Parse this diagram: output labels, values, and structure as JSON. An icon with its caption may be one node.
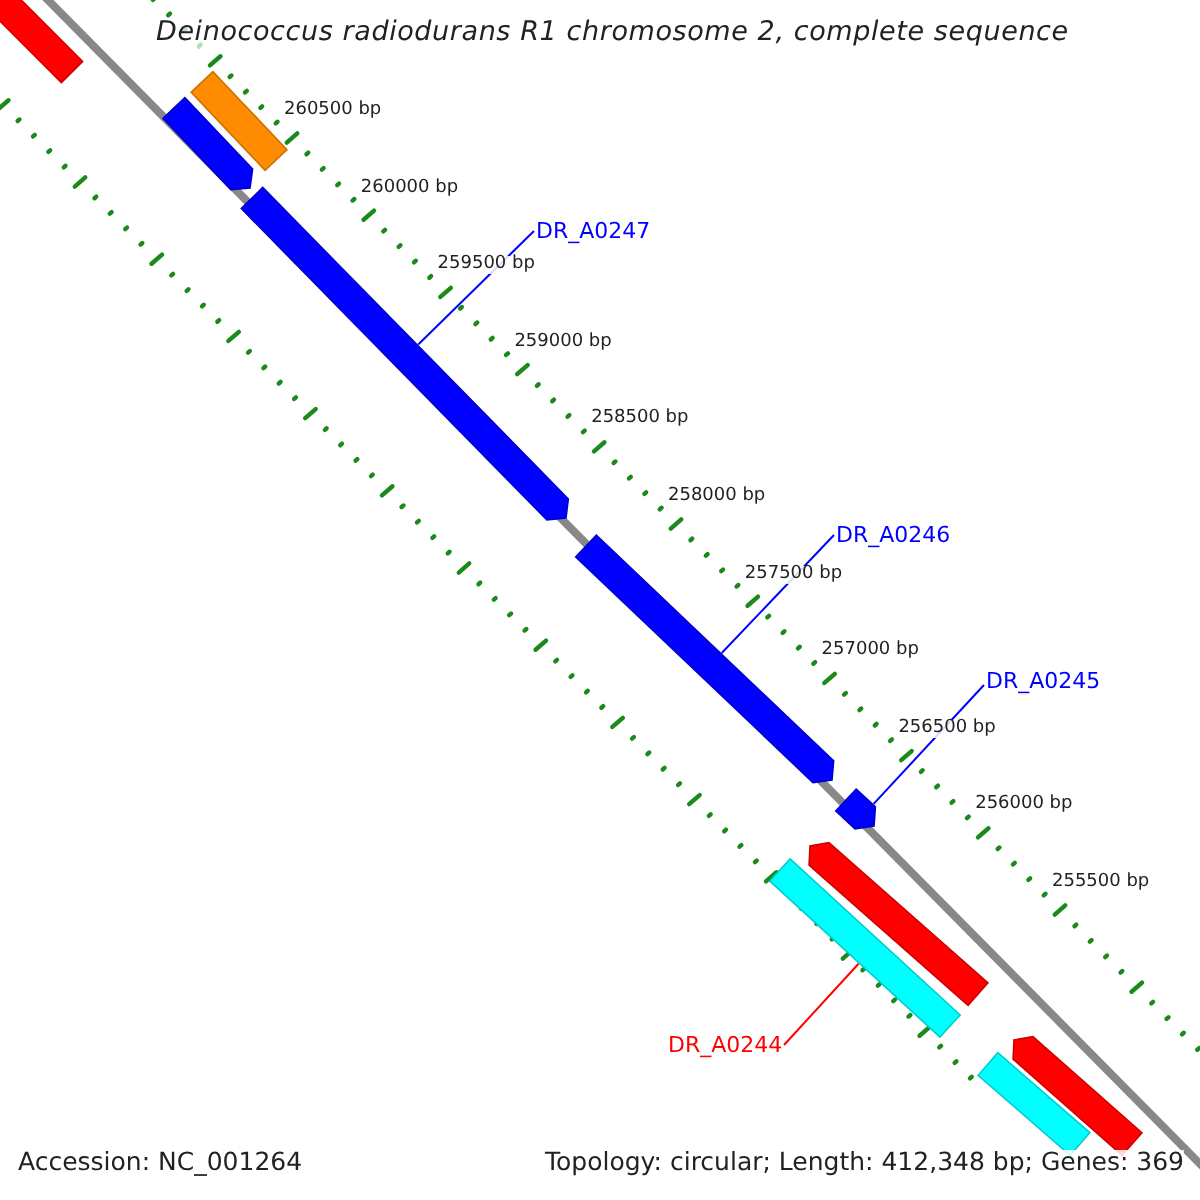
{
  "diagram": {
    "title": "Deinococcus radiodurans R1 chromosome 2, complete sequence",
    "nodes": [
      {
        "text": [
          "DR_A0247"
        ]
      },
      {
        "text": [
          "DR_A0246"
        ]
      },
      {
        "text": [
          "DR_A0245"
        ]
      },
      {
        "text": [
          "DR_A0244"
        ]
      },
      {
        "text": [],
        "shape": "arrow"
      },
      {
        "text": [],
        "shape": "bar"
      },
      {
        "text": [],
        "shape": "arrow"
      },
      {
        "text": [],
        "shape": "arrow"
      },
      {
        "text": [],
        "shape": "arrow"
      },
      {
        "text": [],
        "shape": "arrow"
      },
      {
        "text": [],
        "shape": "arrow"
      },
      {
        "text": [],
        "shape": "bar"
      },
      {
        "text": [],
        "shape": "arrow"
      },
      {
        "text": [],
        "shape": "bar"
      }
    ],
    "edges": [
      {
        "from": 0,
        "to": 7,
        "arrow": "none"
      },
      {
        "from": 1,
        "to": 8,
        "arrow": "none"
      },
      {
        "from": 2,
        "to": 9,
        "arrow": "none"
      },
      {
        "from": 3,
        "to": 11,
        "arrow": "none",
        "color": "#ff0000"
      }
    ],
    "labels": [
      "260500 bp",
      "260000 bp",
      "259500 bp",
      "259000 bp",
      "258500 bp",
      "258000 bp",
      "257500 bp",
      "257000 bp",
      "256500 bp",
      "256000 bp",
      "255500 bp",
      "Accession: NC_001264",
      "Topology: circular; Length: 412,348 bp; Genes: 369"
    ]
  }
}
